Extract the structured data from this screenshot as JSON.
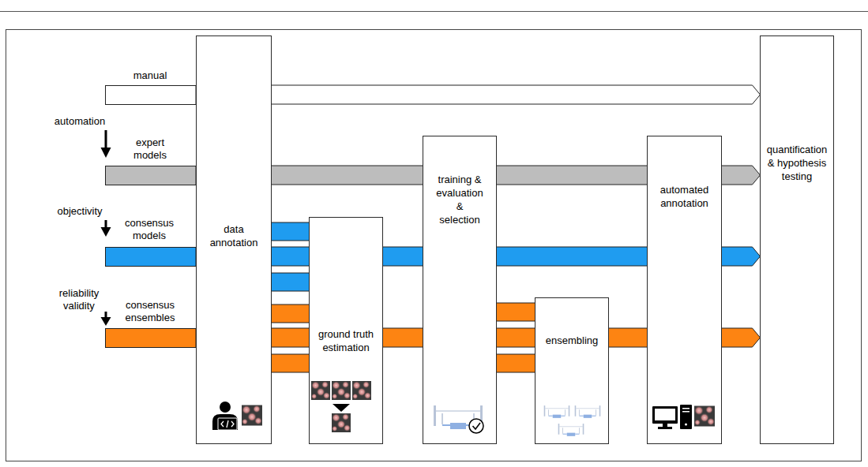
{
  "diagram": {
    "nodes": [
      {
        "text": [
          "data annotation"
        ]
      },
      {
        "text": [
          "ground truth estimation"
        ]
      },
      {
        "text": [
          "training & evaluation & selection"
        ]
      },
      {
        "text": [
          "ensembling"
        ]
      },
      {
        "text": [
          "automated annotation"
        ]
      },
      {
        "text": [
          "quantification & hypothesis testing"
        ]
      }
    ],
    "edges": [
      {
        "from": 0,
        "to": 5,
        "arrow": "to"
      },
      {
        "from": 0,
        "to": 2,
        "arrow": "none"
      },
      {
        "from": 2,
        "to": 4,
        "arrow": "none"
      },
      {
        "from": 4,
        "to": 5,
        "arrow": "to"
      },
      {
        "from": 0,
        "to": 1,
        "arrow": "none"
      },
      {
        "from": 0,
        "to": 1,
        "arrow": "none"
      },
      {
        "from": 0,
        "to": 1,
        "arrow": "none"
      },
      {
        "from": 1,
        "to": 2,
        "arrow": "none"
      },
      {
        "from": 2,
        "to": 4,
        "arrow": "none"
      },
      {
        "from": 4,
        "to": 5,
        "arrow": "to"
      },
      {
        "from": 0,
        "to": 1,
        "arrow": "none"
      },
      {
        "from": 0,
        "to": 1,
        "arrow": "none"
      },
      {
        "from": 0,
        "to": 1,
        "arrow": "none"
      },
      {
        "from": 1,
        "to": 2,
        "arrow": "none"
      },
      {
        "from": 2,
        "to": 3,
        "arrow": "none"
      },
      {
        "from": 2,
        "to": 3,
        "arrow": "none"
      },
      {
        "from": 2,
        "to": 3,
        "arrow": "none"
      },
      {
        "from": 3,
        "to": 4,
        "arrow": "none"
      },
      {
        "from": 4,
        "to": 5,
        "arrow": "to"
      }
    ],
    "labels": [
      "manual",
      "automation",
      "expert models",
      "objectivity",
      "consensus models",
      "reliability validity",
      "consensus ensembles"
    ]
  }
}
